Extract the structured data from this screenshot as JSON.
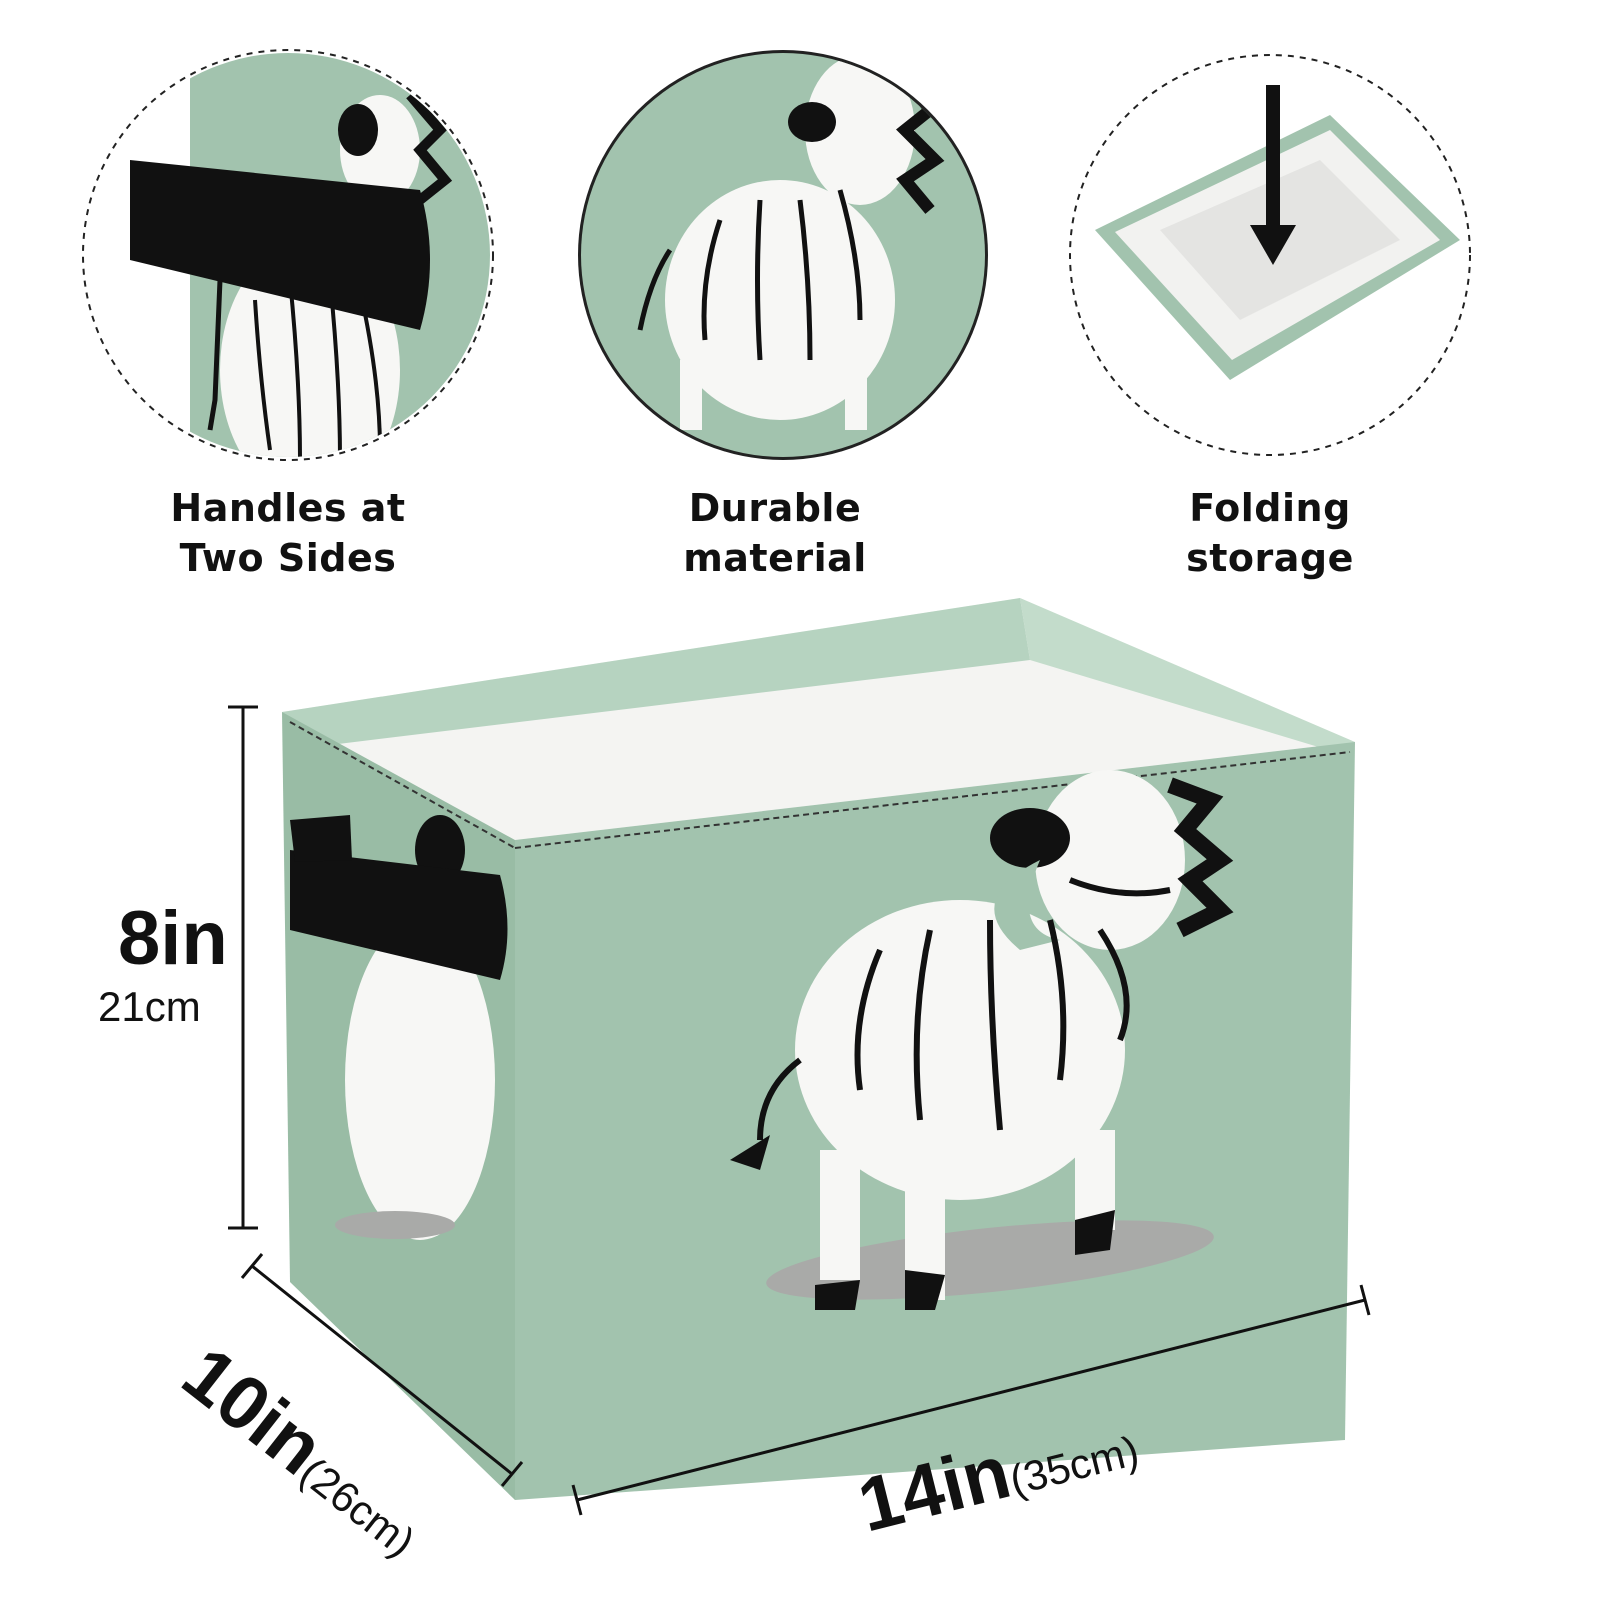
{
  "features": [
    {
      "line1": "Handles at",
      "line2": "Two Sides"
    },
    {
      "line1": "Durable",
      "line2": "material"
    },
    {
      "line1": "Folding",
      "line2": "storage"
    }
  ],
  "dimensions": {
    "height_in": "8in",
    "height_cm": "21cm",
    "depth_in": "10in",
    "depth_cm": "(26cm)",
    "width_in": "14in",
    "width_cm": "(35cm)"
  },
  "colors": {
    "fabric": "#a2c3ae",
    "rim": "#b6d3c0",
    "black": "#111111",
    "white": "#f7f7f5",
    "shadow": "#a9aaa8"
  }
}
